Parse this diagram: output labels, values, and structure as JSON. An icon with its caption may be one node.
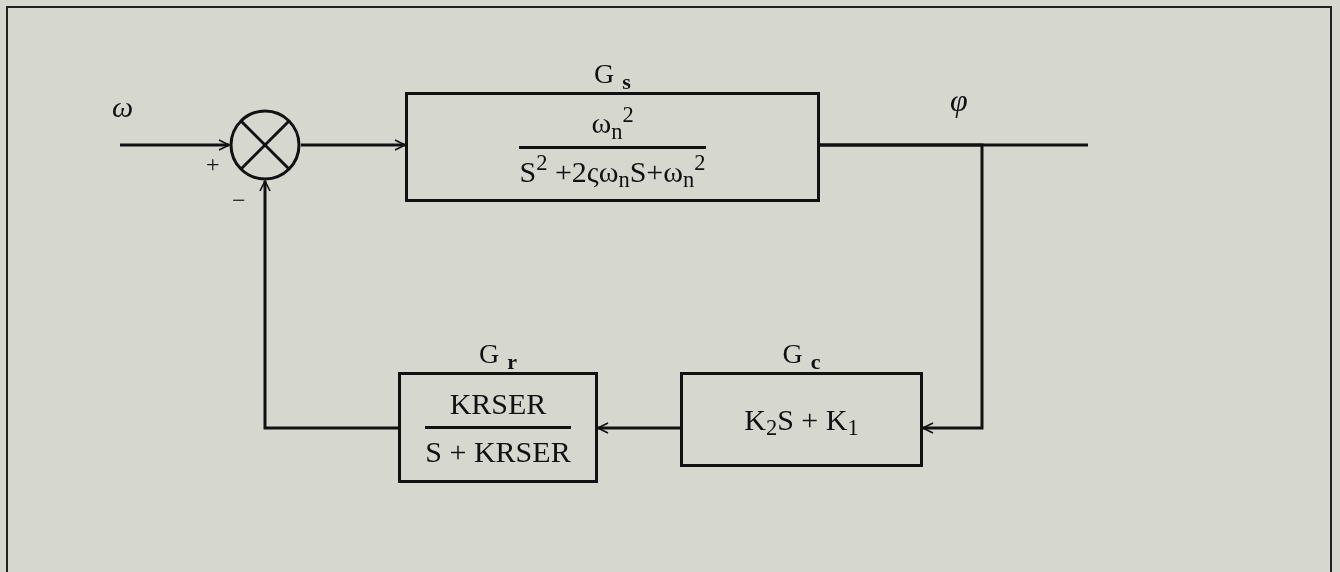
{
  "diagram": {
    "nodes": [
      {
        "text": [
          "ω"
        ]
      },
      {
        "text": [],
        "shape": "circle"
      },
      {
        "text": [
          "G$_{s}$",
          "ω$_{n}$$^{2}$",
          "S$^{2}$ +2ςω$_{n}$S+ω$_{n}$$^{2}$"
        ]
      },
      {
        "text": [
          "G$_{r}$",
          "KRSER",
          "S + KRSER"
        ]
      },
      {
        "text": [
          "G$_{c}$",
          "K$_{2}$S + K$_{1}$"
        ]
      }
    ],
    "edges": [
      {
        "from": 0,
        "to": 1,
        "arrow": "to"
      },
      {
        "from": 1,
        "to": 2,
        "arrow": "to"
      },
      {
        "from": 2,
        "to": null,
        "arrow": "none",
        "label": "φ"
      },
      {
        "from": 2,
        "to": 4,
        "arrow": "to"
      },
      {
        "from": 4,
        "to": 3,
        "arrow": "to"
      },
      {
        "from": 3,
        "to": 1,
        "arrow": "to"
      }
    ],
    "labels": [
      "+",
      "−"
    ]
  }
}
